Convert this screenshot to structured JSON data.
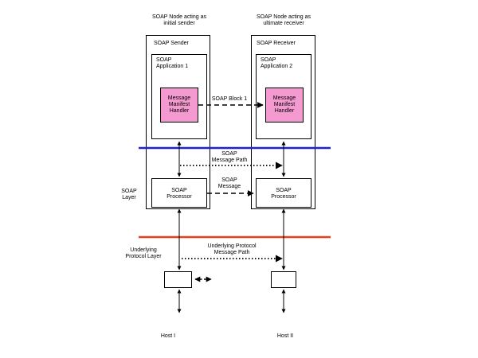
{
  "header_sender": "SOAP Node acting as\ninitial sender",
  "header_receiver": "SOAP Node acting as\nultimate receiver",
  "sender": {
    "title": "SOAP Sender",
    "application": "SOAP\nApplication 1",
    "handler": "Message\nManifest\nHandler",
    "processor": "SOAP\nProcessor"
  },
  "receiver": {
    "title": "SOAP Receiver",
    "application": "SOAP\nApplication 2",
    "handler": "Message\nManifest\nHandler",
    "processor": "SOAP\nProcessor"
  },
  "labels": {
    "soap_block": "SOAP Block 1",
    "message_path": "SOAP\nMessage Path",
    "soap_message": "SOAP\nMessage",
    "soap_layer": "SOAP\nLayer",
    "protocol_layer": "Underlying\nProtocol Layer",
    "protocol_path": "Underlying Protocol\nMessage Path",
    "host1": "Host I",
    "host2": "Host II"
  },
  "colors": {
    "handler_fill": "#f59ad0",
    "soap_layer_line": "#1e22d6",
    "protocol_layer_line": "#e83f1c"
  }
}
